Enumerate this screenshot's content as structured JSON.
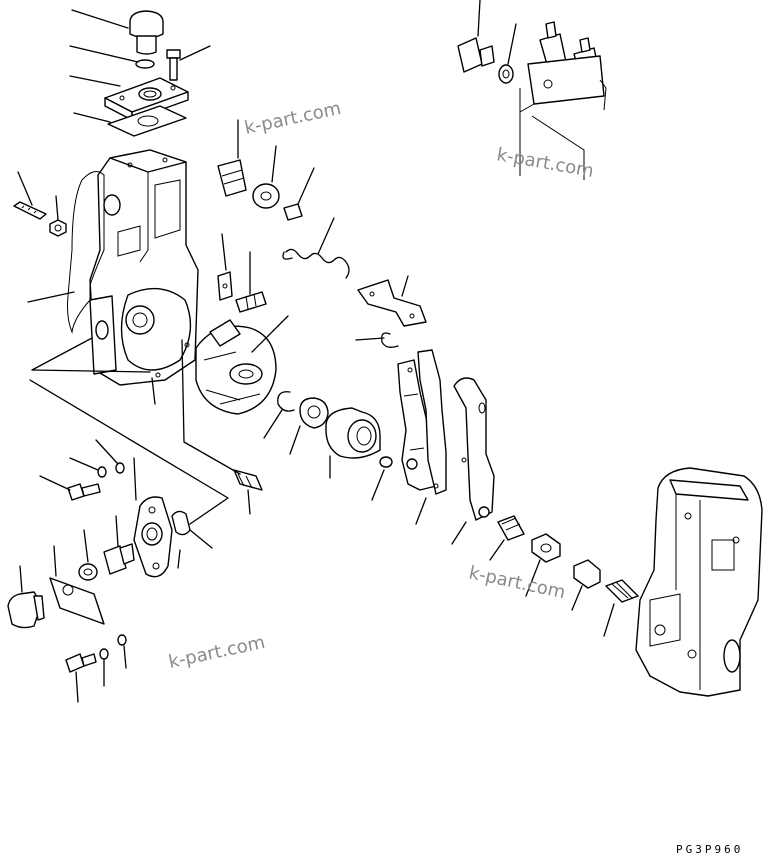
{
  "watermarks": [
    "k-part.com",
    "k-part.com",
    "k-part.com",
    "k-part.com"
  ],
  "figure_code": "PG3P960",
  "colors": {
    "line": "#000000",
    "watermark": "#8a8a8a",
    "background": "#ffffff"
  }
}
